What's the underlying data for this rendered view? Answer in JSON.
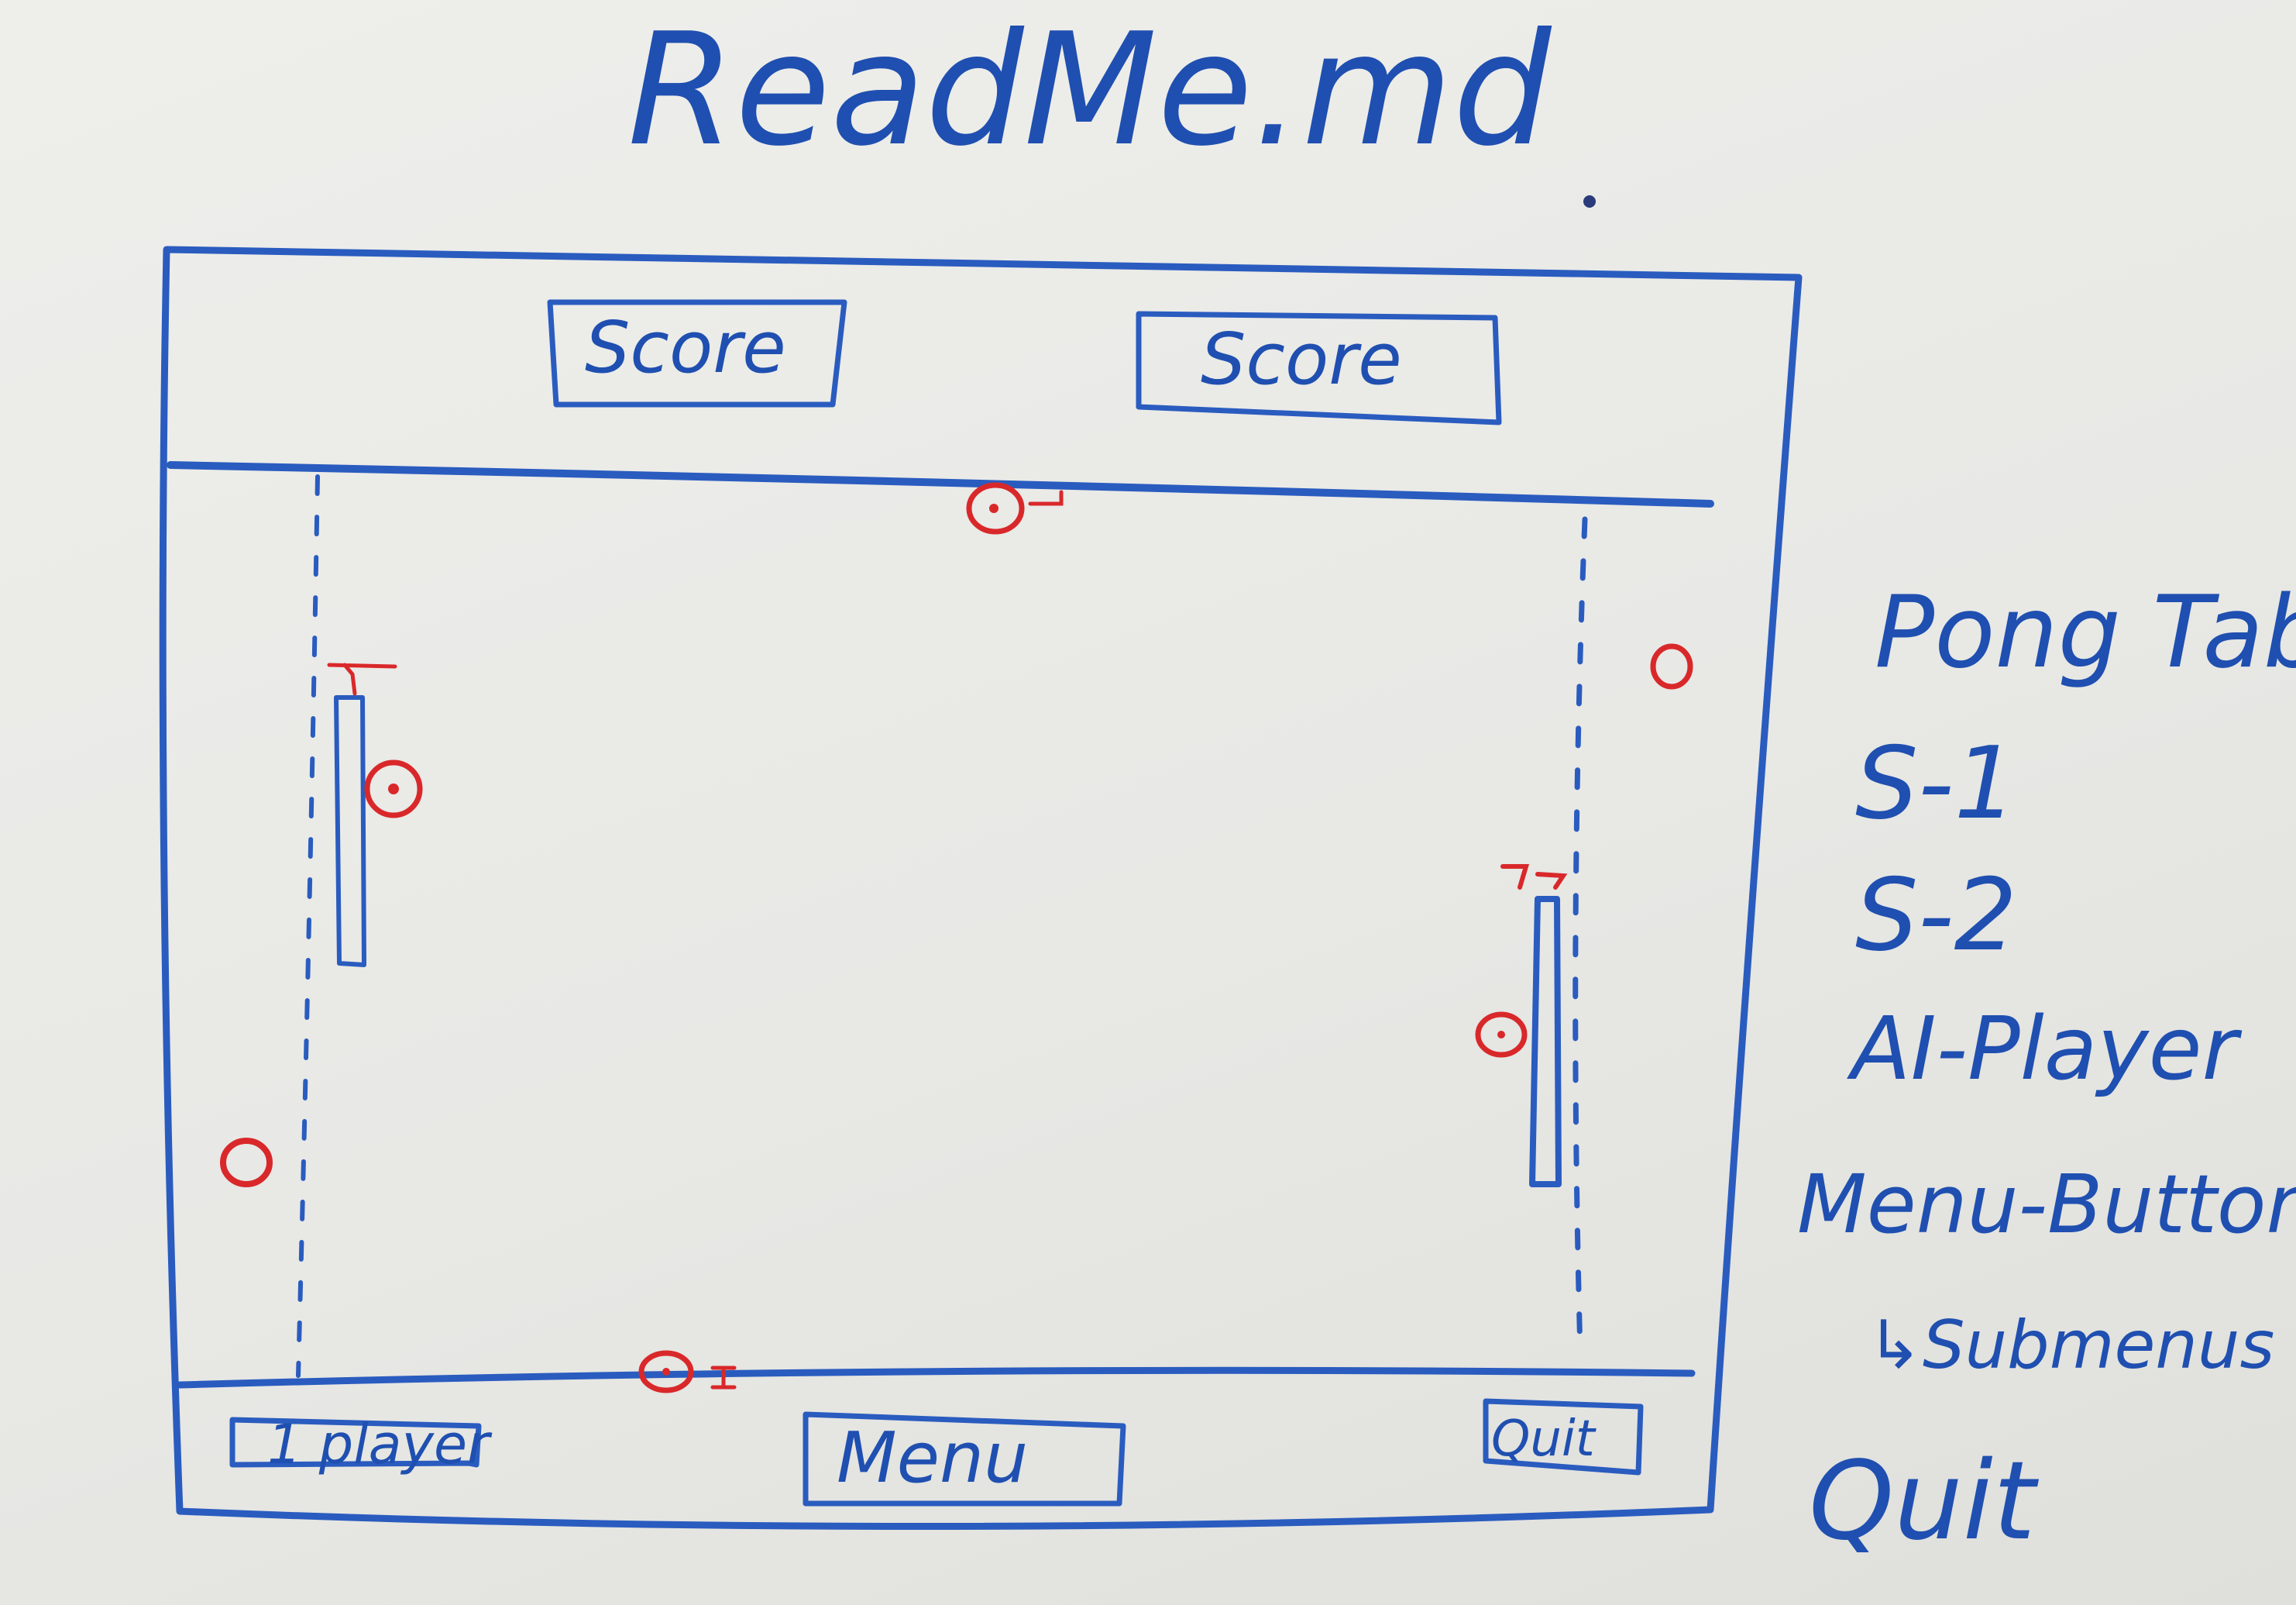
{
  "title": "ReadMe.md",
  "header": {
    "score_left": "Score",
    "score_right": "Score"
  },
  "footer": {
    "one_player": "1 player",
    "menu": "Menu",
    "quit": "Quit"
  },
  "notes": {
    "line1": "Pong Table",
    "line2": "S-1",
    "line3": "S-2",
    "line4": "AI-Player",
    "line5": "Menu-Button",
    "line6": "↳Submenus",
    "line7": "Quit"
  },
  "colors": {
    "blue_marker": "#1f4fb0",
    "red_marker": "#d9282a",
    "board": "#eeeeeb"
  }
}
